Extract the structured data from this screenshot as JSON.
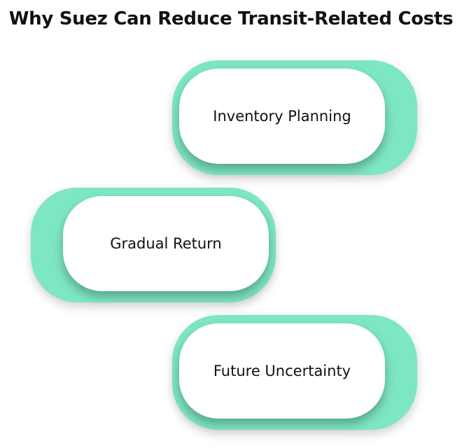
{
  "title": "Why Suez Can Reduce Transit-Related Costs",
  "items": [
    {
      "label": "Inventory Planning"
    },
    {
      "label": "Gradual Return"
    },
    {
      "label": "Future Uncertainty"
    }
  ],
  "colors": {
    "accent": "#7de6c3",
    "card": "#ffffff",
    "text": "#111111"
  }
}
